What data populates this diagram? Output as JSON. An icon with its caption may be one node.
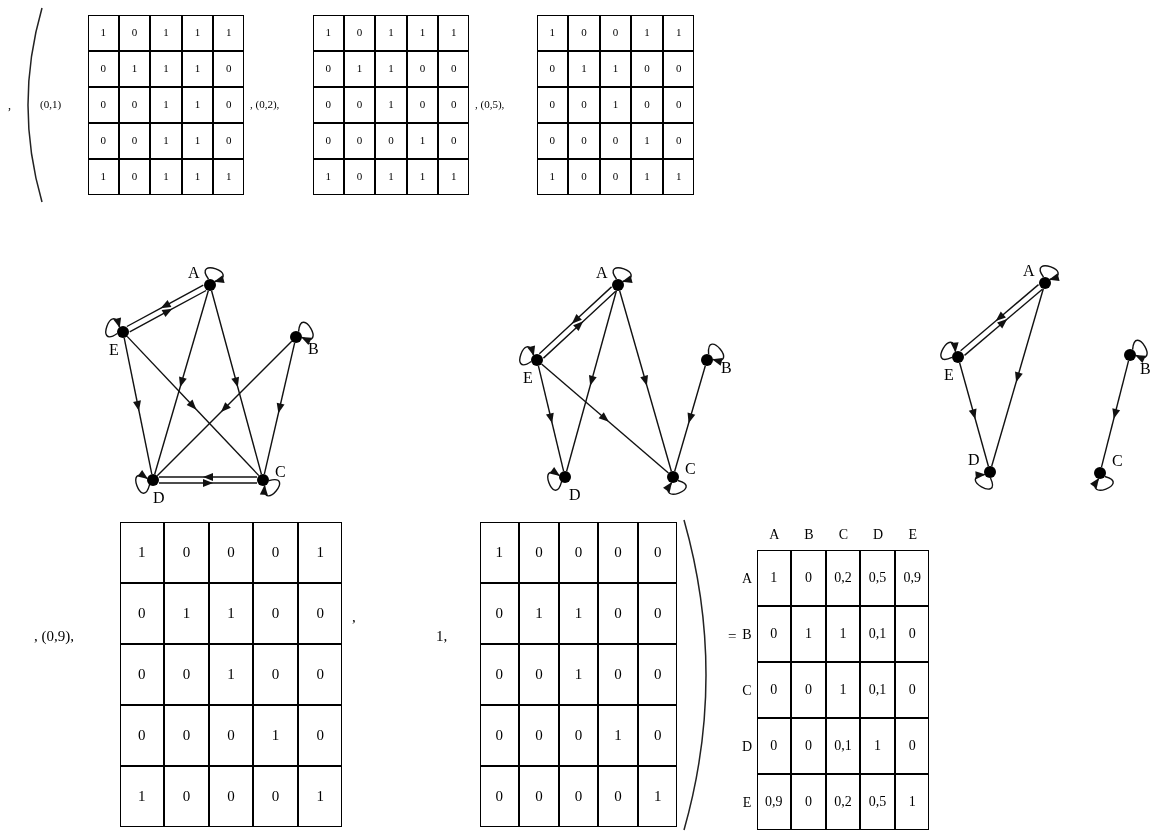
{
  "diagram": {
    "nodes": [
      {
        "text": [
          "A"
        ]
      },
      {
        "text": [
          "E"
        ]
      },
      {
        "text": [
          "B"
        ]
      },
      {
        "text": [
          "D"
        ]
      },
      {
        "text": [
          "C"
        ]
      },
      {
        "text": [
          "A"
        ]
      },
      {
        "text": [
          "E"
        ]
      },
      {
        "text": [
          "B"
        ]
      },
      {
        "text": [
          "D"
        ]
      },
      {
        "text": [
          "C"
        ]
      },
      {
        "text": [
          "A"
        ]
      },
      {
        "text": [
          "E"
        ]
      },
      {
        "text": [
          "B"
        ]
      },
      {
        "text": [
          "D"
        ]
      },
      {
        "text": [
          "C"
        ]
      }
    ],
    "edges": [
      {
        "from": 0,
        "to": 0,
        "arrow": "to"
      },
      {
        "from": 1,
        "to": 1,
        "arrow": "to"
      },
      {
        "from": 2,
        "to": 2,
        "arrow": "to"
      },
      {
        "from": 3,
        "to": 3,
        "arrow": "to"
      },
      {
        "from": 4,
        "to": 4,
        "arrow": "to"
      },
      {
        "from": 0,
        "to": 1,
        "arrow": "to"
      },
      {
        "from": 1,
        "to": 0,
        "arrow": "to"
      },
      {
        "from": 0,
        "to": 3,
        "arrow": "to"
      },
      {
        "from": 0,
        "to": 4,
        "arrow": "to"
      },
      {
        "from": 1,
        "to": 3,
        "arrow": "to"
      },
      {
        "from": 1,
        "to": 4,
        "arrow": "to"
      },
      {
        "from": 2,
        "to": 3,
        "arrow": "to"
      },
      {
        "from": 2,
        "to": 4,
        "arrow": "to"
      },
      {
        "from": 3,
        "to": 4,
        "arrow": "to"
      },
      {
        "from": 4,
        "to": 3,
        "arrow": "to"
      },
      {
        "from": 5,
        "to": 5,
        "arrow": "to"
      },
      {
        "from": 6,
        "to": 6,
        "arrow": "to"
      },
      {
        "from": 7,
        "to": 7,
        "arrow": "to"
      },
      {
        "from": 8,
        "to": 8,
        "arrow": "to"
      },
      {
        "from": 9,
        "to": 9,
        "arrow": "to"
      },
      {
        "from": 5,
        "to": 6,
        "arrow": "to"
      },
      {
        "from": 6,
        "to": 5,
        "arrow": "to"
      },
      {
        "from": 5,
        "to": 8,
        "arrow": "to"
      },
      {
        "from": 5,
        "to": 9,
        "arrow": "to"
      },
      {
        "from": 6,
        "to": 8,
        "arrow": "to"
      },
      {
        "from": 6,
        "to": 9,
        "arrow": "to"
      },
      {
        "from": 7,
        "to": 9,
        "arrow": "to"
      },
      {
        "from": 10,
        "to": 10,
        "arrow": "to"
      },
      {
        "from": 11,
        "to": 11,
        "arrow": "to"
      },
      {
        "from": 12,
        "to": 12,
        "arrow": "to"
      },
      {
        "from": 13,
        "to": 13,
        "arrow": "to"
      },
      {
        "from": 14,
        "to": 14,
        "arrow": "to"
      },
      {
        "from": 10,
        "to": 11,
        "arrow": "to"
      },
      {
        "from": 11,
        "to": 10,
        "arrow": "to"
      },
      {
        "from": 10,
        "to": 13,
        "arrow": "to"
      },
      {
        "from": 11,
        "to": 13,
        "arrow": "to"
      },
      {
        "from": 12,
        "to": 14,
        "arrow": "to"
      }
    ],
    "labels": [
      ",",
      "(0,1)",
      "1",
      "0",
      "1",
      "1",
      "1",
      "0",
      "1",
      "1",
      "1",
      "0",
      "0",
      "0",
      "1",
      "1",
      "0",
      "0",
      "0",
      "1",
      "1",
      "0",
      "1",
      "0",
      "1",
      "1",
      "1",
      ", (0,2),",
      "1",
      "0",
      "1",
      "1",
      "1",
      "0",
      "1",
      "1",
      "0",
      "0",
      "0",
      "0",
      "1",
      "0",
      "0",
      "0",
      "0",
      "0",
      "1",
      "0",
      "1",
      "0",
      "1",
      "1",
      "1",
      ", (0,5),",
      "1",
      "0",
      "0",
      "1",
      "1",
      "0",
      "1",
      "1",
      "0",
      "0",
      "0",
      "0",
      "1",
      "0",
      "0",
      "0",
      "0",
      "0",
      "1",
      "0",
      "1",
      "0",
      "0",
      "1",
      "1",
      ", (0,9),",
      "1",
      "0",
      "0",
      "0",
      "1",
      "0",
      "1",
      "1",
      "0",
      "0",
      "0",
      "0",
      "1",
      "0",
      "0",
      "0",
      "0",
      "0",
      "1",
      "0",
      "1",
      "0",
      "0",
      "0",
      "1",
      ",",
      "1,",
      "1",
      "0",
      "0",
      "0",
      "0",
      "0",
      "1",
      "1",
      "0",
      "0",
      "0",
      "0",
      "1",
      "0",
      "0",
      "0",
      "0",
      "0",
      "1",
      "0",
      "0",
      "0",
      "0",
      "0",
      "1",
      "=",
      "A",
      "B",
      "C",
      "D",
      "E",
      "A",
      "1",
      "0",
      "0,2",
      "0,5",
      "0,9",
      "B",
      "0",
      "1",
      "1",
      "0,1",
      "0",
      "C",
      "0",
      "0",
      "1",
      "0,1",
      "0",
      "D",
      "0",
      "0",
      "0,1",
      "1",
      "0",
      "E",
      "0,9",
      "0",
      "0,2",
      "0,5",
      "1"
    ]
  }
}
